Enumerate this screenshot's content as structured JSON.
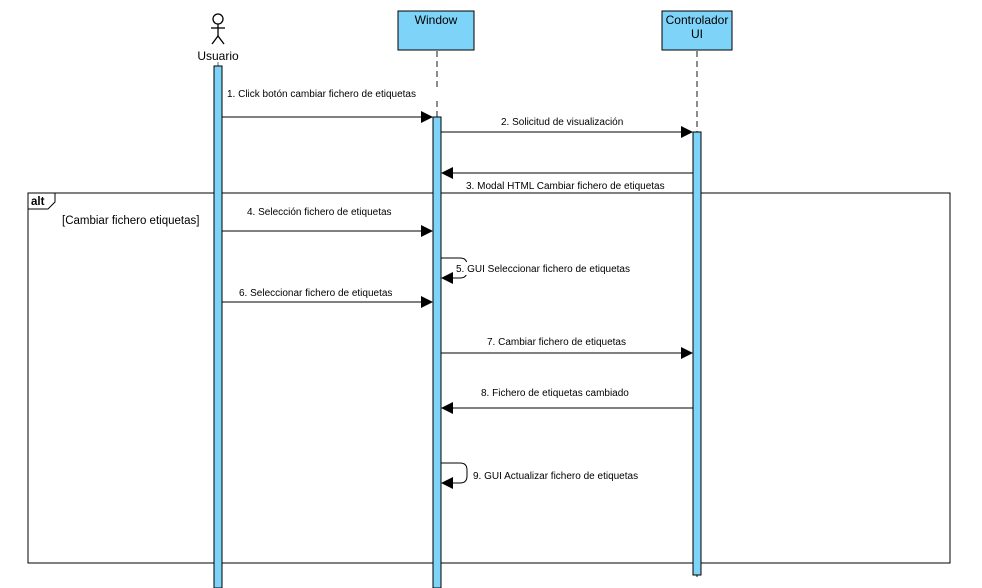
{
  "participants": [
    {
      "id": "usuario",
      "label": "Usuario",
      "kind": "actor"
    },
    {
      "id": "window",
      "label": "Window",
      "kind": "box"
    },
    {
      "id": "controlador",
      "label_lines": [
        "Controlador",
        "UI"
      ],
      "kind": "box"
    }
  ],
  "fragment": {
    "operator": "alt",
    "guard": "[Cambiar fichero etiquetas]"
  },
  "messages": [
    {
      "label": "1. Click botón cambiar fichero de etiquetas"
    },
    {
      "label": "2. Solicitud de visualización"
    },
    {
      "label": "3. Modal HTML Cambiar fichero de etiquetas"
    },
    {
      "label": "4. Selección fichero de etiquetas"
    },
    {
      "label": "5. GUI Seleccionar fichero de etiquetas"
    },
    {
      "label": "6. Seleccionar fichero de etiquetas"
    },
    {
      "label": "7. Cambiar fichero de etiquetas"
    },
    {
      "label": "8. Fichero de etiquetas cambiado"
    },
    {
      "label": "9. GUI Actualizar fichero de etiquetas"
    }
  ],
  "colors": {
    "participant_fill": "#7dd3f8",
    "activation_fill": "#7dd3f8",
    "stroke": "#000000",
    "lifeline": "#666666"
  }
}
